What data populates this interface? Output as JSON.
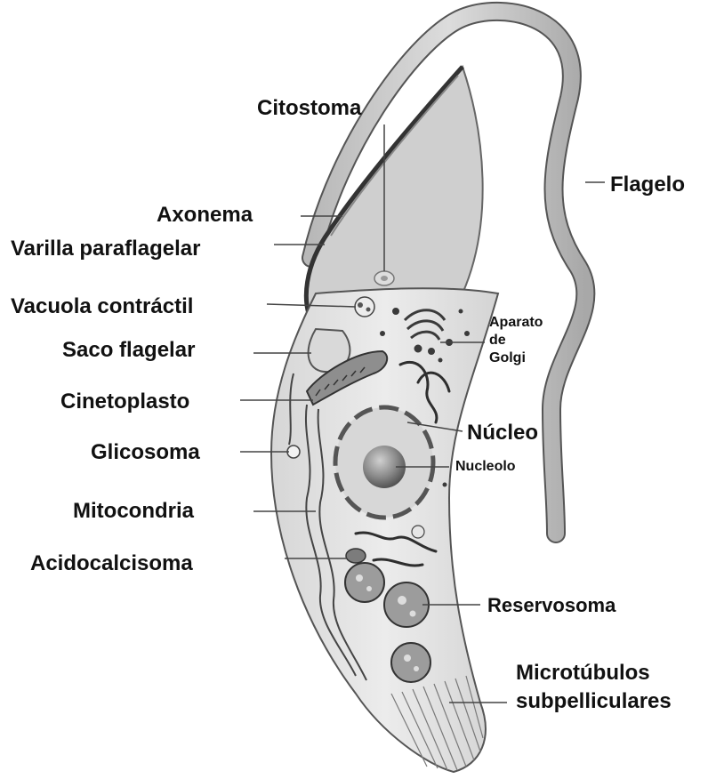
{
  "labels": {
    "citostoma": "Citostoma",
    "flagelo": "Flagelo",
    "axonema": "Axonema",
    "varilla": "Varilla paraflagelar",
    "vacuola": "Vacuola contráctil",
    "aparato": "Aparato",
    "de": "de",
    "golgi": "Golgi",
    "saco": "Saco flagelar",
    "cinetoplasto": "Cinetoplasto",
    "nucleo": "Núcleo",
    "glicosoma": "Glicosoma",
    "nucleolo": "Nucleolo",
    "mitocondria": "Mitocondria",
    "acidocalcisoma": "Acidocalcisoma",
    "reservosoma": "Reservosoma",
    "microtubulos": "Microtúbulos",
    "subpelliculares": "subpelliculares"
  },
  "colors": {
    "body_fill": "#e4e4e4",
    "body_stroke": "#555555",
    "flagellum_fill": "#c8c8c8",
    "cytostome_fill": "#cfcfcf",
    "nucleus_fill": "#d7d7d7",
    "nucleolus_fill": "#8a8a8a",
    "organelle_dark": "#2e2e2e",
    "leader_line": "#444444"
  }
}
